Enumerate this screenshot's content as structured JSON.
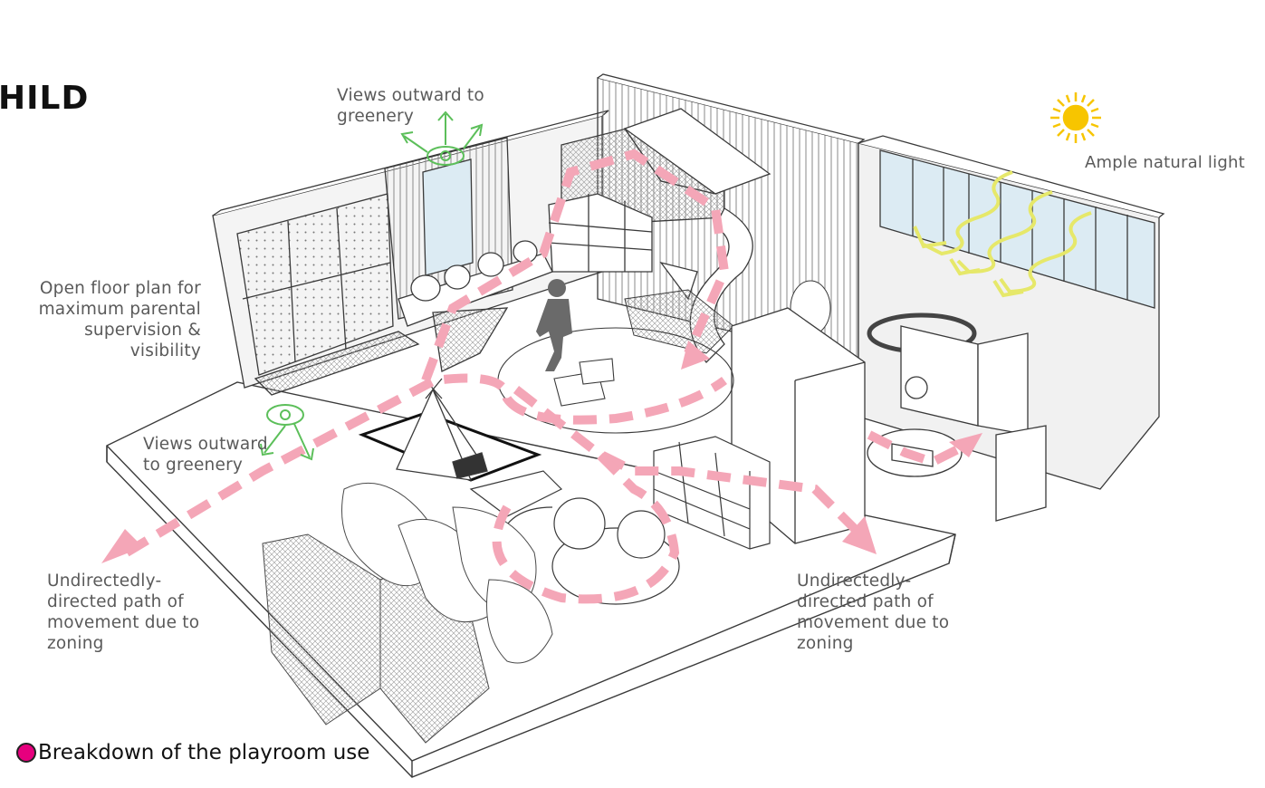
{
  "title": "HILD",
  "labels": {
    "views_top": "Views outward to\ngreenery",
    "open_floor": "Open floor plan for\nmaximum parental\nsupervision &\nvisibility",
    "views_left": "Views outward\nto greenery",
    "path_left": "Undirectedly-\ndirected path of\nmovement due to\nzoning",
    "path_right": "Undirectedly-\ndirected path of\nmovement due to\nzoning",
    "natural_light": "Ample natural light"
  },
  "legend": {
    "text": "Breakdown of the playroom use",
    "color": "#e6007e"
  },
  "colors": {
    "path": "#f4a6b7",
    "view_eye": "#5cbf5a",
    "sun": "#f7c500",
    "light_wave": "#e6e86a",
    "window_glass": "#dcebf3",
    "line": "#3a3a3a"
  },
  "icons": [
    "eye-icon",
    "sun-icon",
    "arrow-icon"
  ]
}
